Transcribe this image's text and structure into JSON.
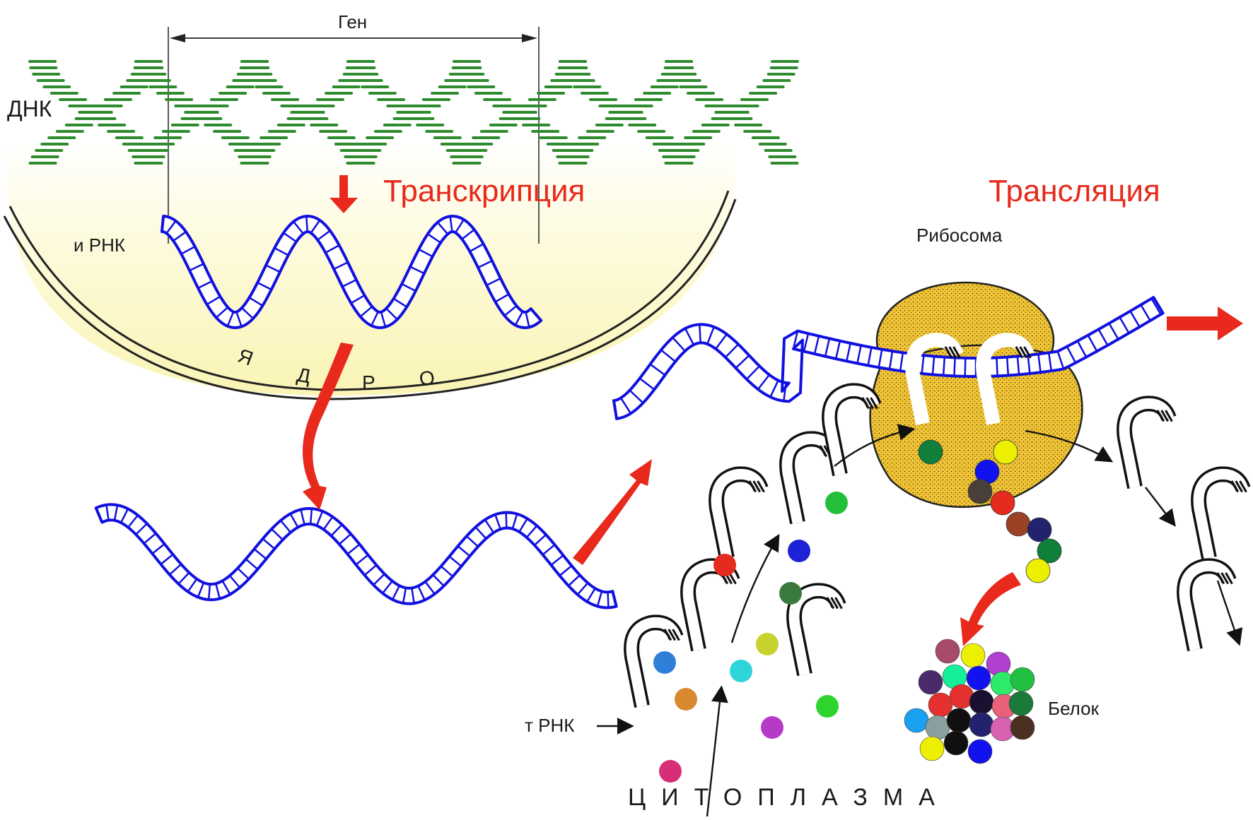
{
  "labels": {
    "gene": "Ген",
    "dna": "ДНК",
    "mrna": "и РНК",
    "nucleus_letters": [
      "Я",
      "Д",
      "Р",
      "О"
    ],
    "transcription": "Транскрипция",
    "translation": "Трансляция",
    "ribosome": "Рибосома",
    "protein": "Белок",
    "trna": "т РНК",
    "cytoplasm": "ЦИТОПЛАЗМА"
  },
  "colors": {
    "dna": "#2e8b2e",
    "mrna": "#1010e0",
    "arrow": "#e8291c",
    "ribosome": "#f2c534",
    "nucleus": "#fbf6c0"
  },
  "free_amino_acids": [
    "#e52b1e",
    "#1e22d6",
    "#3a7a3e",
    "#c8d22e",
    "#2fd4d8",
    "#2f7fd8",
    "#d8892e",
    "#2fd42f",
    "#b63ac8",
    "#d82e78"
  ],
  "ribosome_chain": [
    "#0f7f3a",
    "#ecf000",
    "#1212ee",
    "#4a403a",
    "#e52b1e",
    "#9a4224",
    "#22226e",
    "#0f7f3a",
    "#ecf000"
  ],
  "protein_cluster": [
    "#a84a6a",
    "#ecf000",
    "#b040d0",
    "#14f09a",
    "#4a2a6a",
    "#1212ee",
    "#2eea6a",
    "#22c040",
    "#e53030",
    "#e53030",
    "#1a1030",
    "#e8607a",
    "#1a7a3a",
    "#1aa0f0",
    "#8aa0a0",
    "#101010",
    "#22226e",
    "#d860b0",
    "#4a3020",
    "#ecf000",
    "#101010",
    "#1212ee"
  ]
}
